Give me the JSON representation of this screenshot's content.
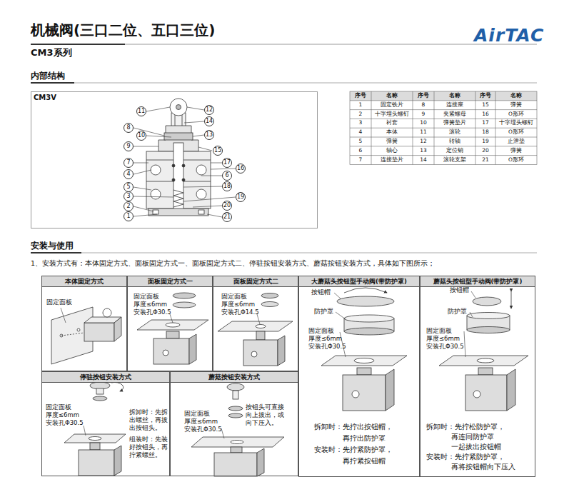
{
  "diagram": {
    "title": "机械阀(三口二位、五口三位)",
    "nodes": [
      {
        "text": [
          "CM3V"
        ]
      },
      {
        "text": [
          "本体固定方式"
        ]
      },
      {
        "text": [
          "面板固定方式一"
        ]
      },
      {
        "text": [
          "面板固定方式二"
        ]
      },
      {
        "text": [
          "大蘑菇头按钮型手动阀(带防护罩)"
        ]
      },
      {
        "text": [
          "蘑菇头按钮型手动阀(带防护罩)"
        ]
      },
      {
        "text": [
          "停驻按钮安装方式"
        ]
      },
      {
        "text": [
          "蘑菇按钮安装方式"
        ]
      }
    ],
    "labels": [
      "CM3系列",
      "AirTAC",
      "内部结构",
      "安装与使用",
      "11",
      "12",
      "14",
      "8",
      "10",
      "13",
      "9",
      "15",
      "7",
      "17",
      "16",
      "4",
      "6",
      "5",
      "18",
      "3",
      "19",
      "2",
      "20",
      "1",
      "21",
      "序号",
      "名称",
      "序号",
      "名称",
      "序号",
      "名称",
      "1",
      "固定铁片",
      "8",
      "连接座",
      "15",
      "弹簧",
      "2",
      "十字埋头螺钉",
      "9",
      "夹紧螺母",
      "16",
      "O形环",
      "3",
      "衬套",
      "10",
      "弹簧垫片",
      "17",
      "十字埋头螺钉",
      "4",
      "本体",
      "11",
      "滚轮",
      "18",
      "O形环",
      "5",
      "弹簧",
      "12",
      "转轴",
      "19",
      "止泄垫",
      "6",
      "轴心",
      "13",
      "定位销",
      "20",
      "弹簧",
      "7",
      "连接垫片",
      "14",
      "滚轮支架",
      "21",
      "O形环",
      "1、安装方式有：本体固定方式、面板固定方式一、面板固定方式二、停驻按钮安装方式、蘑菇按钮安装方式，具体如下图所示；",
      "固定面板",
      "固定面板",
      "厚度≤6mm",
      "安装孔Φ30.5",
      "固定面板",
      "厚度≤6mm",
      "安装孔Φ14.5",
      "按钮帽",
      "防护罩",
      "固定面板",
      "厚度≤6mm",
      "安装孔Φ30.5",
      "拆卸时：先拧出按钮帽，",
      "再拧出防护罩",
      "安装时：先拧紧防护罩，",
      "再拧紧按钮帽",
      "按钮帽",
      "防护罩",
      "固定面板",
      "厚度≤6mm",
      "安装孔Φ30.5",
      "拆卸时：先拧松防护罩，",
      "再连同防护罩",
      "一起拔出按钮帽",
      "安装时：先拧紧防护罩，",
      "再将按钮帽向下压入",
      "固定面板",
      "厚度≤6mm",
      "安装孔Φ30.5",
      "拆卸时：先拆",
      "出螺丝，再拔",
      "出按钮头。",
      "组装时：先装",
      "好按钮头，再",
      "拧紧螺丝。",
      "固定面板",
      "厚度≤6mm",
      "安装孔Φ30.5",
      "按钮头可直接",
      "向上拔出，或",
      "向下压入。"
    ]
  }
}
